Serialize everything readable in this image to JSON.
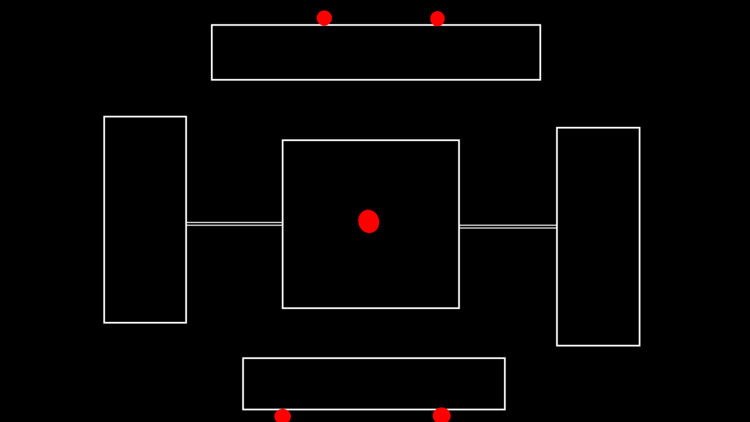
{
  "colors": {
    "background": "#000000",
    "outline": "#ffffff",
    "marker": "#ff0000"
  },
  "scene": {
    "blocks": [
      "top-block",
      "left-block",
      "center-block",
      "right-block",
      "bottom-block"
    ],
    "connectors": [
      "left-connector",
      "right-connector"
    ],
    "markers": [
      "top-marker-1",
      "top-marker-2",
      "center-marker",
      "bottom-marker-1",
      "bottom-marker-2"
    ]
  }
}
